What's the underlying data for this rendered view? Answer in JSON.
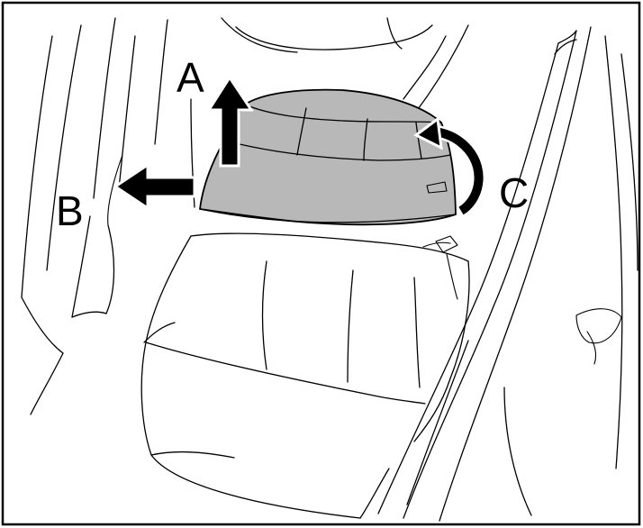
{
  "labels": {
    "a": "A",
    "b": "B",
    "c": "C"
  },
  "colors": {
    "cushion": "#b8b8b8",
    "line": "#000000",
    "background": "#ffffff"
  }
}
